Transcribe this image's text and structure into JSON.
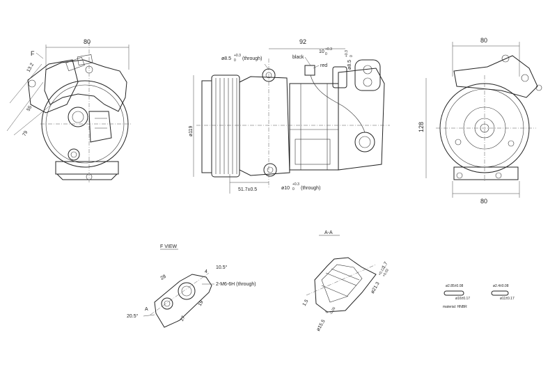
{
  "labels": {
    "front_width": "80",
    "front_angle_f": "F",
    "front_dim_a": "13.2",
    "front_dim_b": "55",
    "front_dim_c": "79",
    "side_width": "92",
    "side_hole_top": "ø8.5",
    "side_hole_top_tol": "+0.3",
    "side_hole_top_tol2": "0",
    "side_hole_top_note": "(through)",
    "wire_black": "black",
    "wire_red": "red",
    "side_dim_10": "10",
    "side_dim_10_tol": "+0.3",
    "side_dim_10_tol2": "0",
    "side_dim_85": "ø8.5",
    "side_dim_85_tol": "+0.3",
    "side_dim_85_tol2": "0",
    "side_diam": "ø119",
    "side_offset": "51.7±0.5",
    "side_hole_bottom": "ø10",
    "side_hole_bottom_tol": "+0.3",
    "side_hole_bottom_tol2": "0",
    "side_hole_bottom_note": "(through)",
    "rear_width_top": "80",
    "rear_height": "128",
    "rear_width_bottom": "80",
    "f_view_title": "F VIEW",
    "f_angle_top": "10.5°",
    "f_thread": "2-M6-6H (through)",
    "f_dim_28": "28",
    "f_dim_4": "4",
    "f_dim_a": "A",
    "f_dim_19": "19",
    "f_dim_17": "17",
    "f_angle_bottom": "20.5°",
    "aa_title": "A-A",
    "aa_dim_17": "1.7",
    "aa_dim_15": "1.5",
    "aa_dim_155": "ø15.5",
    "aa_dim_155_tol": "0",
    "aa_dim_155_tol2": "-0.05",
    "aa_dim_213": "ø21.3",
    "aa_dim_213_tol": "+0.12",
    "aa_dim_213_tol2": "+0.02",
    "seal1_top": "ø2.85±0.08",
    "seal1_bottom": "ø16±0.17",
    "seal2_top": "ø2.4±0.08",
    "seal2_bottom": "ø11±0.17",
    "material": "material: HNBR"
  }
}
